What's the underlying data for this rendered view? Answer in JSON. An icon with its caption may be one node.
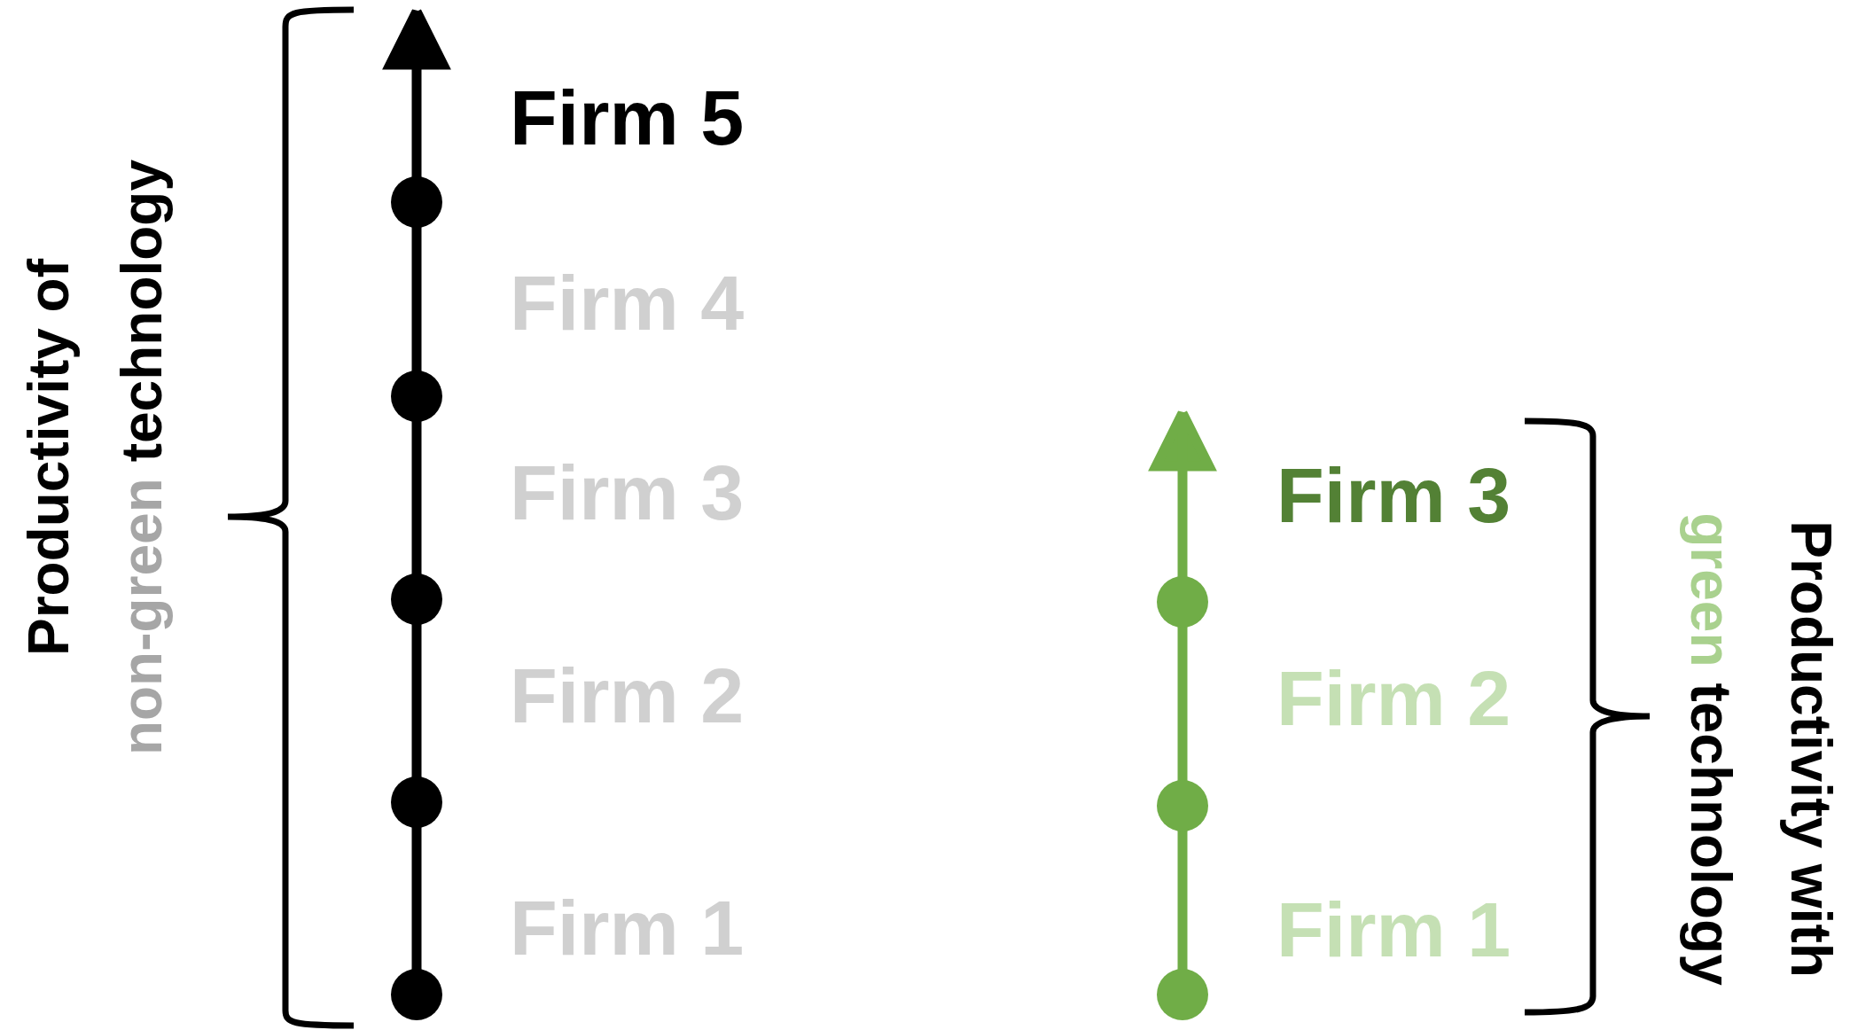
{
  "diagram": {
    "labels": [
      "Productivity of",
      "non-green",
      "technology",
      "Firm 5",
      "Firm 4",
      "Firm 3",
      "Firm 2",
      "Firm 1",
      "Firm 3",
      "Firm 2",
      "Firm 1",
      "Productivity with",
      "green",
      "technology"
    ]
  }
}
